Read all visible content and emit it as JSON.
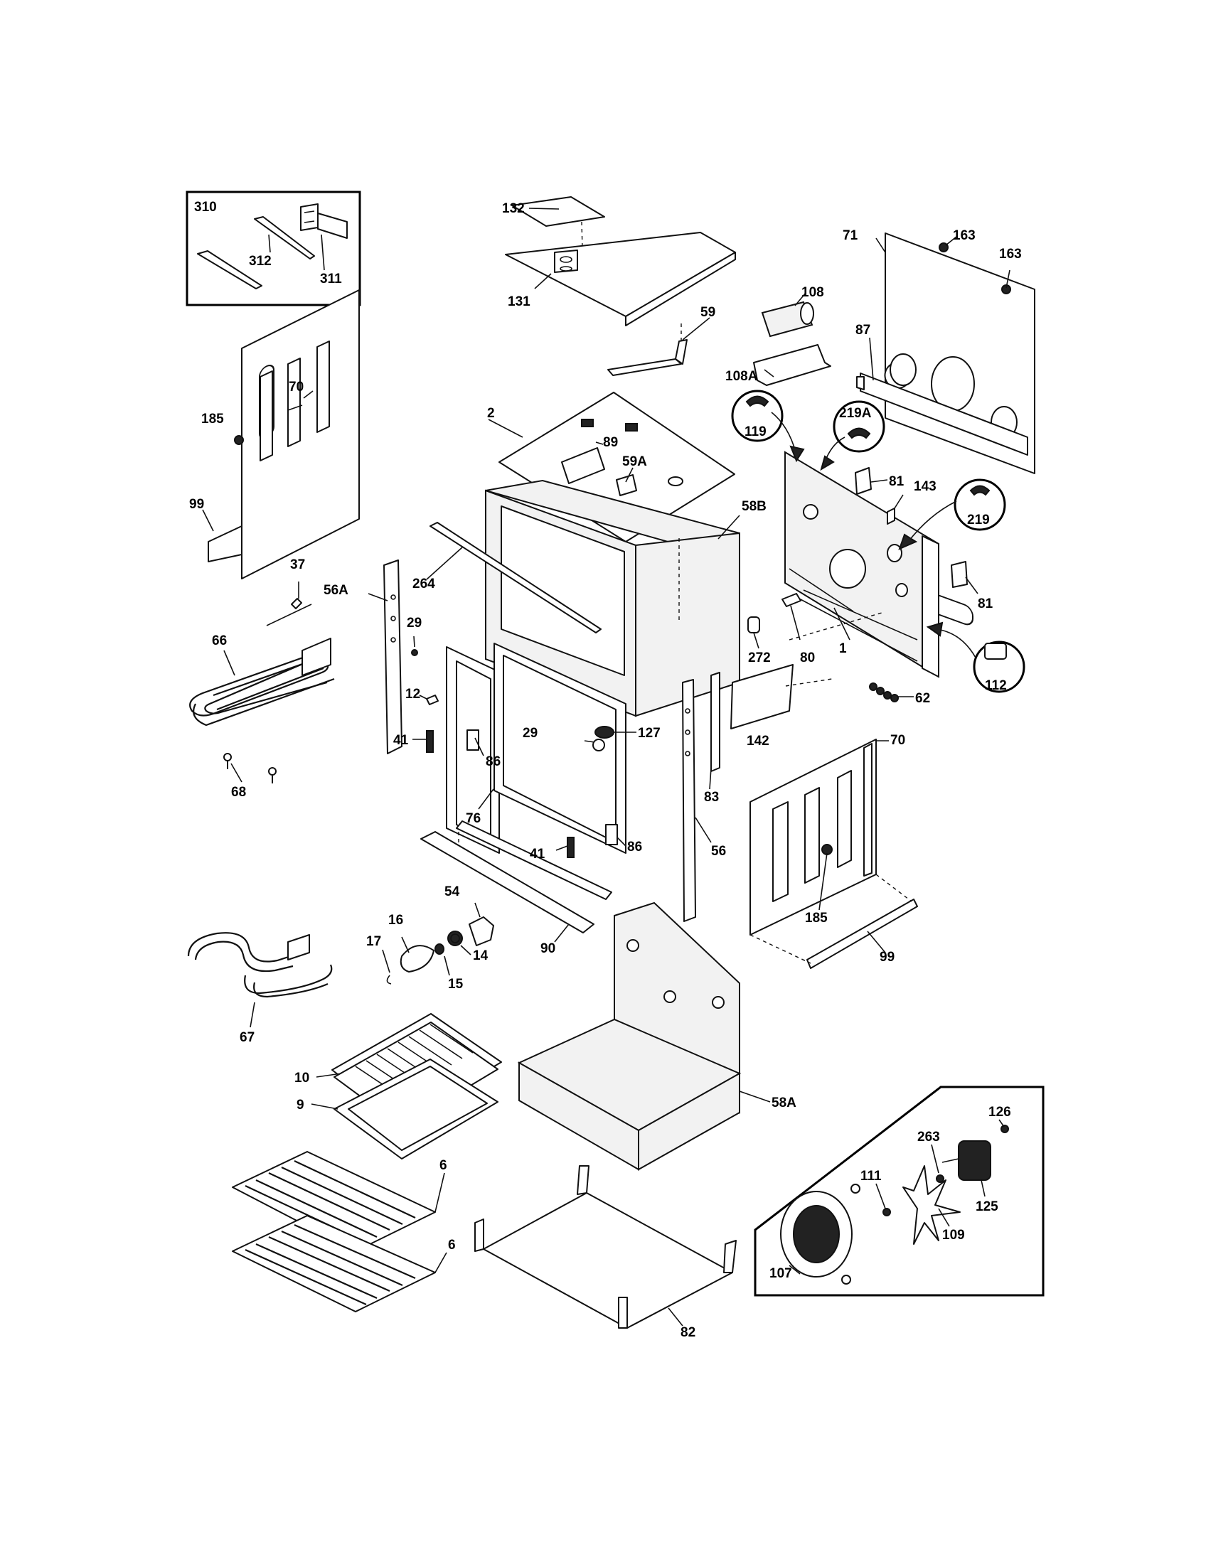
{
  "callouts": {
    "c310": "310",
    "c312": "312",
    "c311": "311",
    "c132": "132",
    "c131": "131",
    "c59": "59",
    "c163a": "163",
    "c163b": "163",
    "c71": "71",
    "c108": "108",
    "c108A": "108A",
    "c87": "87",
    "c70a": "70",
    "c185a": "185",
    "c99a": "99",
    "c2": "2",
    "c89": "89",
    "c59A": "59A",
    "c58B": "58B",
    "c119": "119",
    "c219A": "219A",
    "c81a": "81",
    "c143": "143",
    "c219": "219",
    "c37": "37",
    "c56A": "56A",
    "c264": "264",
    "c29a": "29",
    "c66": "66",
    "c12": "12",
    "c272": "272",
    "c80": "80",
    "c1": "1",
    "c81b": "81",
    "c112": "112",
    "c62": "62",
    "c29b": "29",
    "c127": "127",
    "c142": "142",
    "c68": "68",
    "c41a": "41",
    "c86a": "86",
    "c76": "76",
    "c83": "83",
    "c70b": "70",
    "c41b": "41",
    "c86b": "86",
    "c56": "56",
    "c54": "54",
    "c16": "16",
    "c17": "17",
    "c14": "14",
    "c15": "15",
    "c90": "90",
    "c185b": "185",
    "c99b": "99",
    "c67": "67",
    "c10": "10",
    "c9": "9",
    "c58A": "58A",
    "c126": "126",
    "c263": "263",
    "c111": "111",
    "c6a": "6",
    "c6b": "6",
    "c125": "125",
    "c109": "109",
    "c107": "107",
    "c82": "82"
  }
}
